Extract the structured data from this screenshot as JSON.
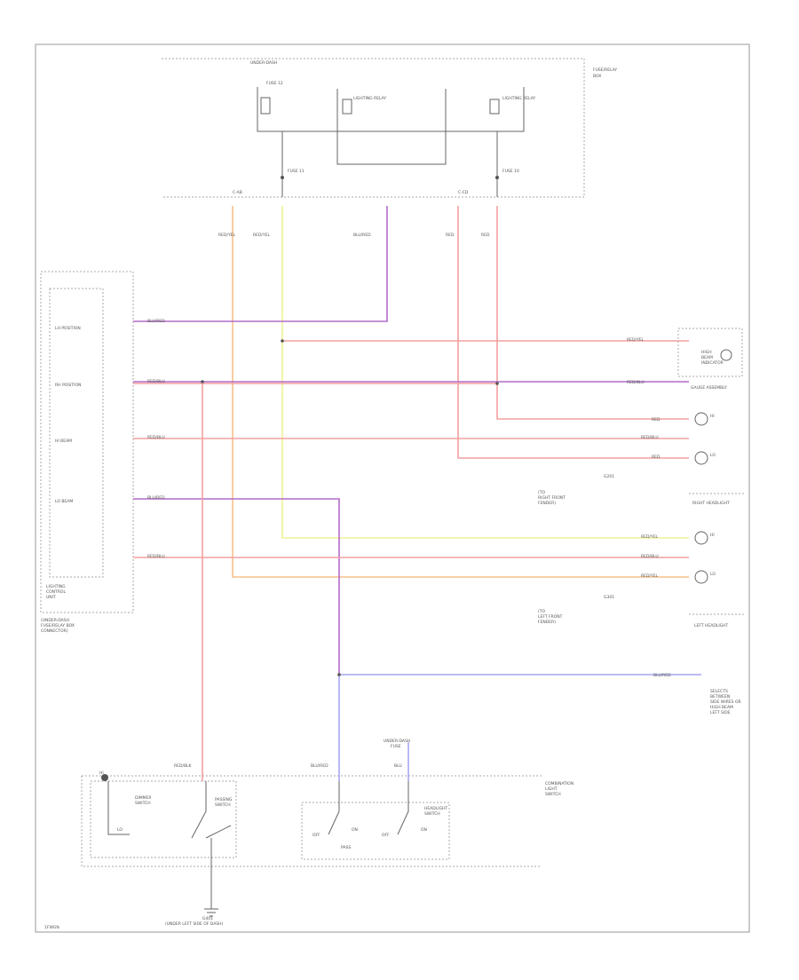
{
  "diagram": {
    "colors": {
      "red": "#f4a0a0",
      "yellow": "#f2f095",
      "orange": "#f5c08a",
      "violet": "#b26ac8",
      "blue": "#a6a6f4",
      "wire_dark": "#555555",
      "frame": "#999999"
    },
    "top_module": {
      "name_top": "UNDER-DASH",
      "name_lines": [
        "FUSE/RELAY",
        "BOX"
      ],
      "fuse_left": "FUSE 12",
      "relay_left": "LIGHTING RELAY",
      "relay_right": "LIGHTING RELAY",
      "fuse_mid": "FUSE 11",
      "fuse_right": "FUSE 10",
      "connector_left": "C-AB",
      "connector_right": "C-CD"
    },
    "top_wire_labels": [
      "RED/YEL",
      "RED/YEL",
      "BLU/RED",
      "RED",
      "RED"
    ],
    "left_module": {
      "name_lines": [
        "LIGHTING",
        "CONTROL",
        "UNIT"
      ],
      "note_lines": [
        "(UNDER-DASH",
        "FUSE/RELAY BOX",
        "CONNECTOR)"
      ],
      "pins": [
        "LH POSITION",
        "RH POSITION",
        "HI BEAM",
        "LO BEAM"
      ]
    },
    "left_wire_labels": [
      "BLU/RED",
      "RED/BLU",
      "RED/BLU",
      "BLU/RED",
      "RED/BLU"
    ],
    "right_wire_labels": [
      "RED/YEL",
      "RED/BLU",
      "RED",
      "RED/BLU",
      "RED",
      "RED/YEL",
      "RED/BLU",
      "RED/YEL"
    ],
    "right_components": {
      "top_box": [
        "HIGH",
        "BEAM",
        "INDICATOR"
      ],
      "top_box_caption": "GAUGE ASSEMBLY",
      "right_headlight": "RIGHT HEADLIGHT",
      "left_headlight": "LEFT HEADLIGHT",
      "right_ground_note": [
        "(TO",
        "RIGHT FRONT",
        "FENDER)"
      ],
      "left_ground_note": [
        "(TO",
        "LEFT FRONT",
        "FENDER)"
      ],
      "ground_tags": [
        "G201",
        "G301"
      ],
      "hi": "HI",
      "lo": "LO"
    },
    "bottom": {
      "blue_wire_label": "BLU/RED",
      "note_lines": [
        "SELECTS",
        "BETWEEN",
        "SIDE WIRES OR",
        "HIGH BEAM",
        "LEFT SIDE"
      ],
      "under_dash_lines": [
        "UNDER-DASH",
        "FUSE"
      ],
      "switch_wire_labels": [
        "RED/BLK",
        "BLU/RED",
        "BLU"
      ],
      "combo_label_lines": [
        "COMBINATION",
        "LIGHT",
        "SWITCH"
      ],
      "dimmer_label": [
        "DIMMER",
        "SWITCH"
      ],
      "passing_label": [
        "PASSING",
        "SWITCH"
      ],
      "headlight_label": [
        "HEADLIGHT",
        "SWITCH"
      ],
      "ground_label": "G401",
      "ground_caption": "(UNDER LEFT SIDE OF DASH)",
      "sw_off": "OFF",
      "sw_on": "ON",
      "sw_pass": "PASS",
      "small_labels": [
        "HI",
        "LO"
      ]
    },
    "footer": "1FWGN"
  }
}
